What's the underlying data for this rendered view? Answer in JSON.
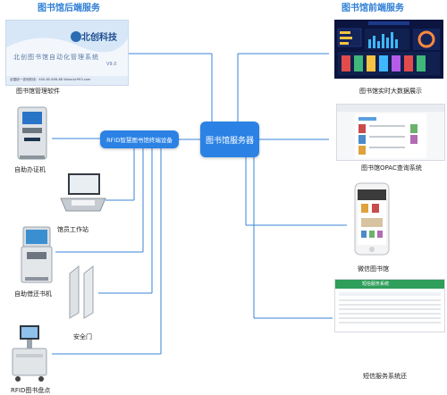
{
  "headers": {
    "left": "图书馆后端服务",
    "right": "图书馆前端服务"
  },
  "hub_boxes": {
    "terminal": "RFID智慧图书馆终端设备",
    "server": "图书馆服务器"
  },
  "left_items": [
    {
      "label": "图书馆管理软件"
    },
    {
      "label": "自助办证机"
    },
    {
      "label": "馆员工作站"
    },
    {
      "label": "自助借还书机"
    },
    {
      "label": "安全门"
    },
    {
      "label": "RFID图书盘点"
    }
  ],
  "right_items": [
    {
      "label": "图书馆实时大数据展示"
    },
    {
      "label": "图书馆OPAC查询系统"
    },
    {
      "label": "微信图书馆"
    },
    {
      "label": "短信服务系统还"
    }
  ],
  "software_splash": {
    "brand": "北创科技",
    "subtitle": "北创图书馆自动化管理系统",
    "version": "V9.0",
    "footer": "全国统一咨询热线：400-85-836-88  Www.bc993.com"
  },
  "sms_panel": {
    "header": "短信服务系统"
  },
  "colors": {
    "accent": "#2b82e4",
    "header": "#2f7fd6",
    "line": "#3a86d8"
  }
}
